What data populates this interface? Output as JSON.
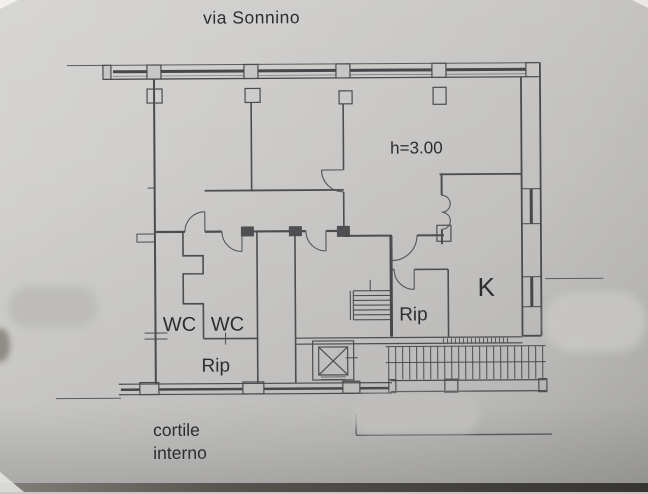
{
  "street_label": "via Sonnino",
  "height_annotation": "h=3.00",
  "courtyard": {
    "line1": "cortile",
    "line2": "interno"
  },
  "room_labels": {
    "wc_left": "WC",
    "wc_right": "WC",
    "storage_left": "Rip",
    "storage_right": "Rip",
    "kitchen": "K"
  }
}
